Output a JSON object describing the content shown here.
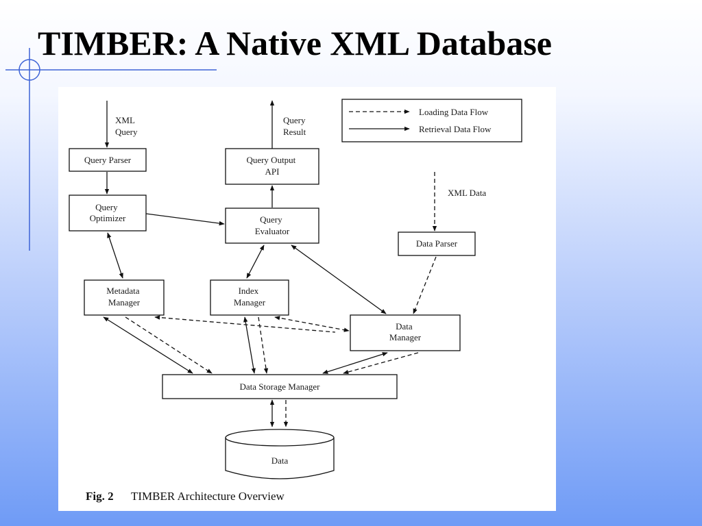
{
  "slide": {
    "title": "TIMBER: A Native XML Database"
  },
  "figure": {
    "legend": {
      "loading": "Loading Data Flow",
      "retrieval": "Retrieval Data Flow"
    },
    "nodes": {
      "query_parser": [
        "Query Parser"
      ],
      "query_optimizer": [
        "Query",
        "Optimizer"
      ],
      "query_output_api": [
        "Query Output",
        "API"
      ],
      "query_evaluator": [
        "Query",
        "Evaluator"
      ],
      "data_parser": [
        "Data Parser"
      ],
      "metadata_manager": [
        "Metadata",
        "Manager"
      ],
      "index_manager": [
        "Index",
        "Manager"
      ],
      "data_manager": [
        "Data",
        "Manager"
      ],
      "data_storage_manager": [
        "Data Storage Manager"
      ],
      "data_store": [
        "Data"
      ]
    },
    "edge_labels": {
      "xml_query": [
        "XML",
        "Query"
      ],
      "query_result": [
        "Query",
        "Result"
      ],
      "xml_data": [
        "XML Data"
      ]
    },
    "caption": {
      "label": "Fig. 2",
      "text": "TIMBER Architecture Overview"
    }
  }
}
